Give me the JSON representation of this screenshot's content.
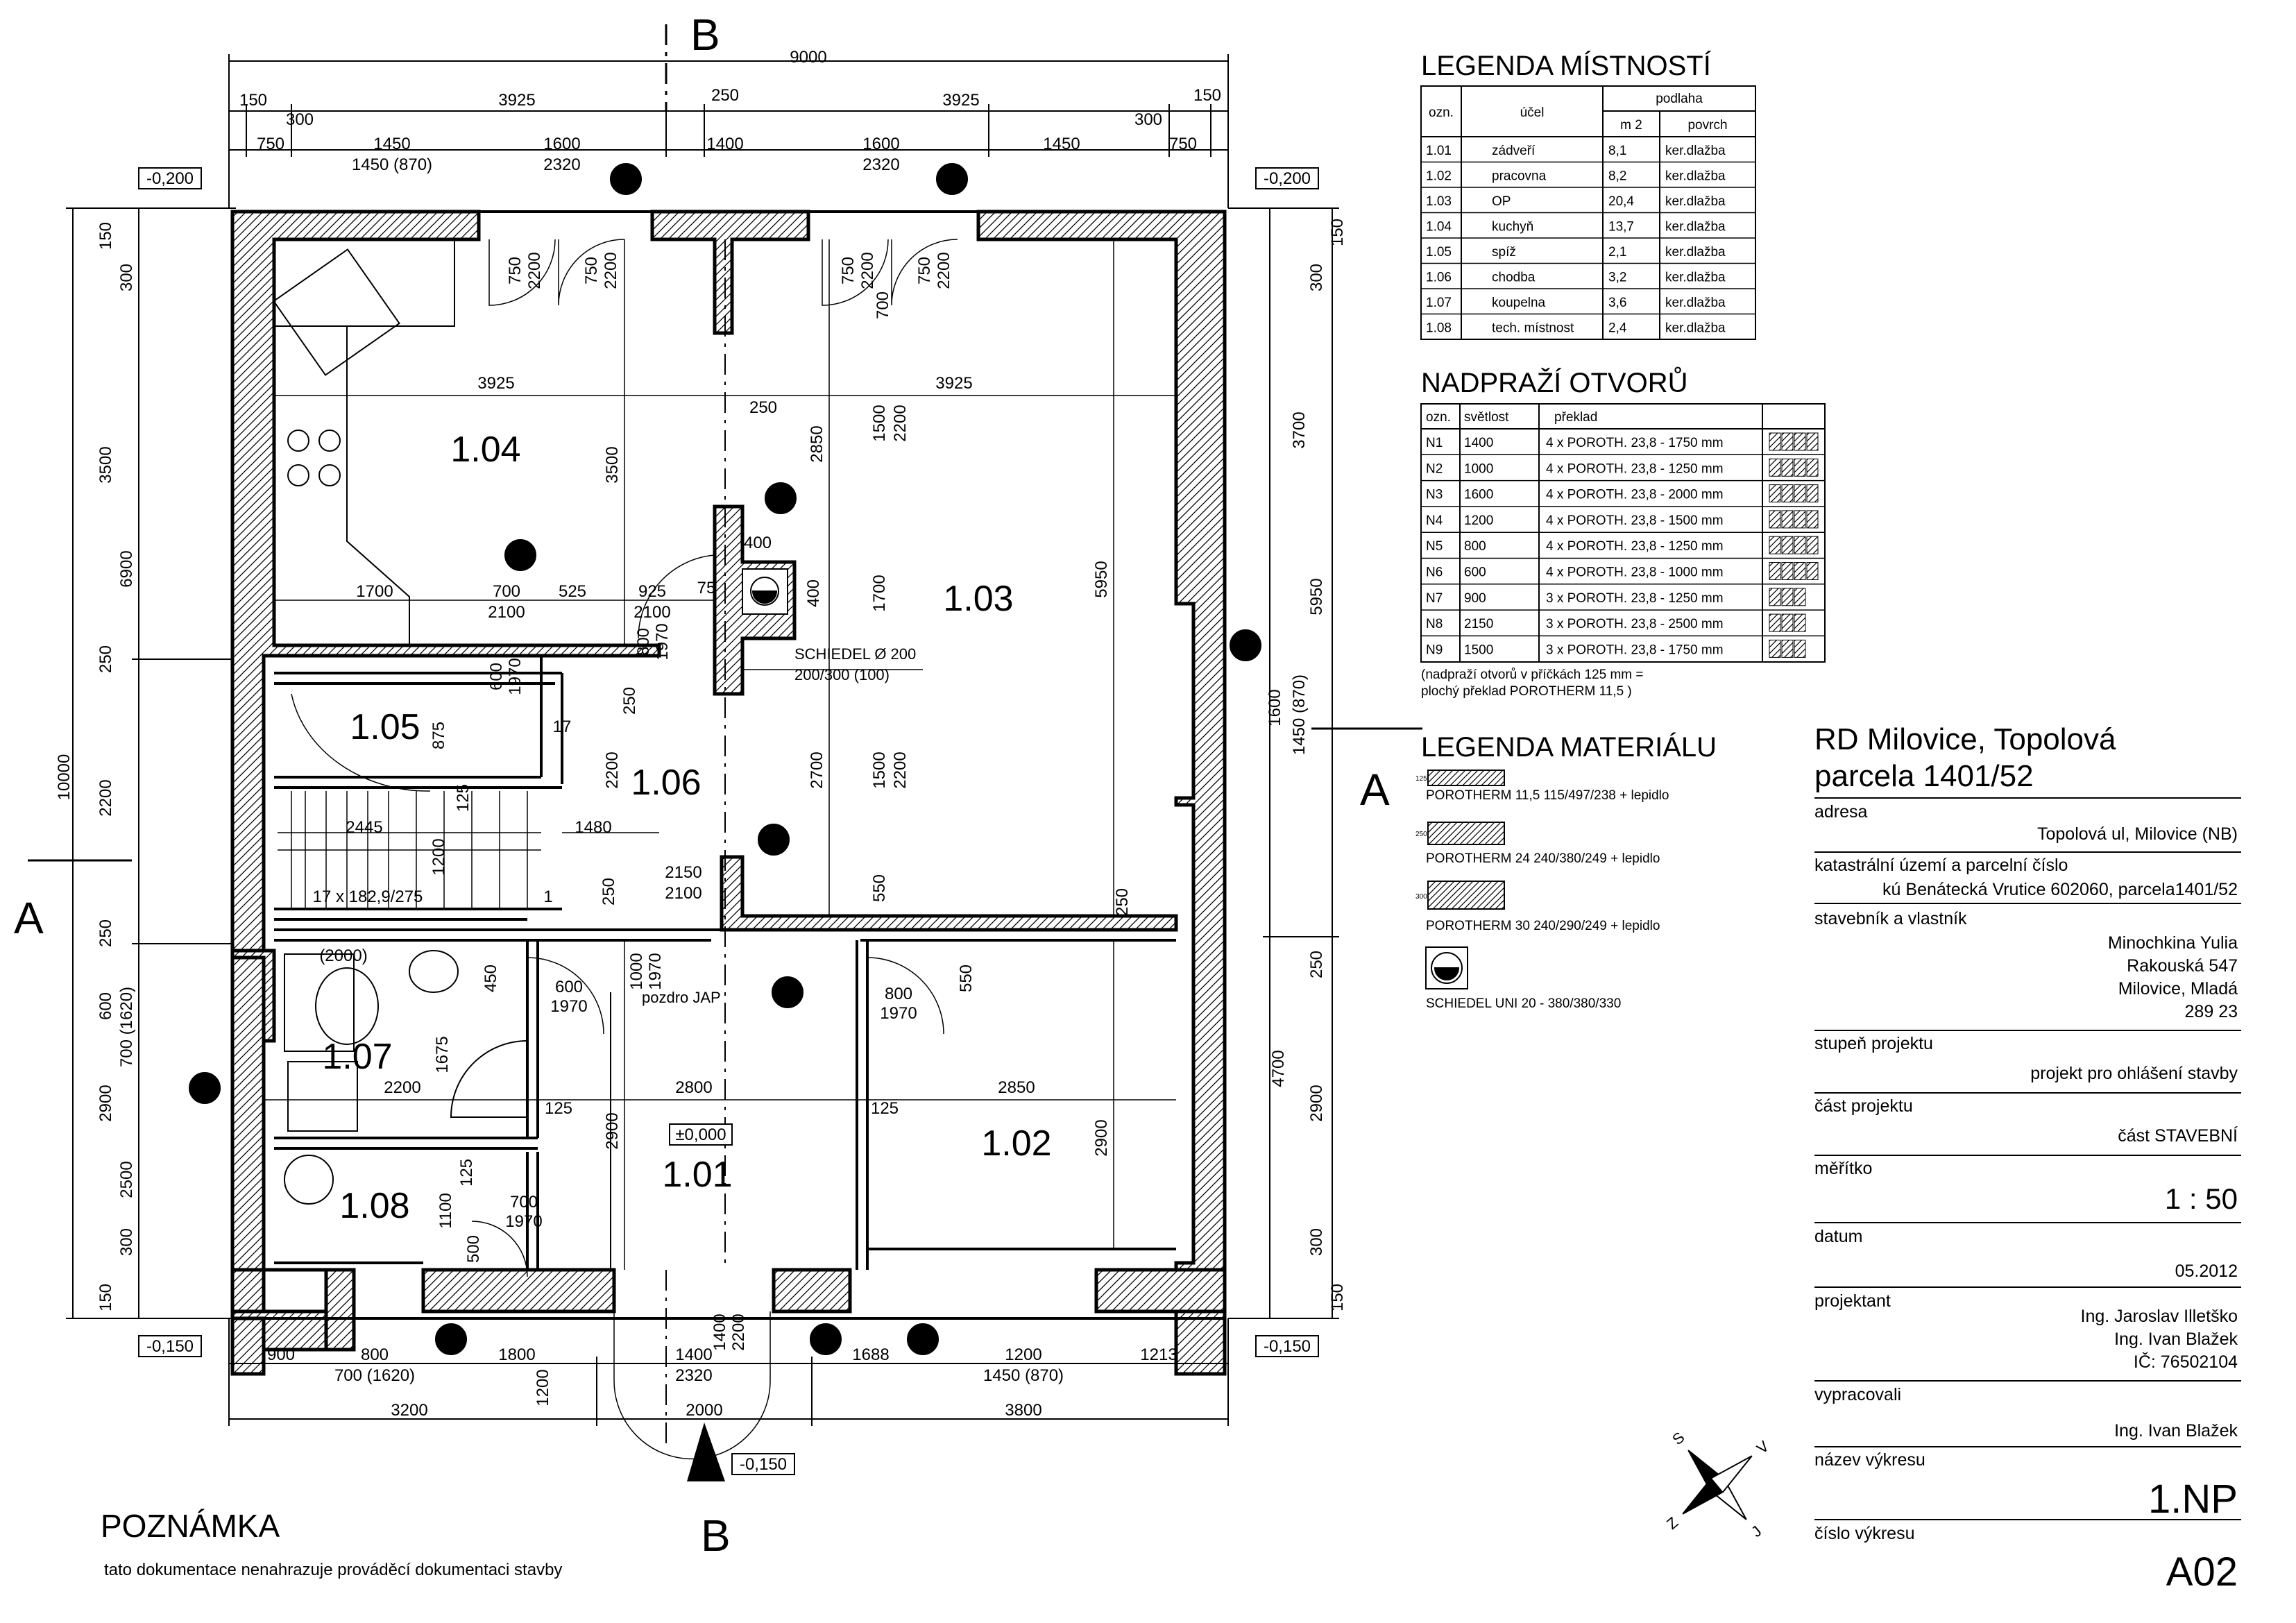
{
  "plan": {
    "rooms": [
      {
        "id": "1.01",
        "label": "1.01"
      },
      {
        "id": "1.02",
        "label": "1.02"
      },
      {
        "id": "1.03",
        "label": "1.03"
      },
      {
        "id": "1.04",
        "label": "1.04"
      },
      {
        "id": "1.05",
        "label": "1.05"
      },
      {
        "id": "1.06",
        "label": "1.06"
      },
      {
        "id": "1.07",
        "label": "1.07"
      },
      {
        "id": "1.08",
        "label": "1.08"
      }
    ],
    "openings": [
      "N1",
      "N3",
      "N3",
      "N3",
      "N4",
      "N5",
      "N6",
      "N7",
      "N8",
      "N9",
      "N9"
    ],
    "elevations": [
      "-0,200",
      "-0,200",
      "-0,150",
      "-0,150",
      "-0,150",
      "±0,000"
    ],
    "sections": [
      "A",
      "A",
      "B",
      "B"
    ],
    "top_dims": {
      "total": "9000",
      "row1": [
        "150",
        "300",
        "3925",
        "250",
        "3925",
        "300",
        "150"
      ],
      "row2": [
        "750",
        "1450",
        "1450 (870)",
        "1600",
        "2320",
        "1400",
        "1600",
        "2320",
        "1450",
        "750"
      ]
    },
    "bottom_dims": {
      "row1": [
        "900",
        "800",
        "700 (1620)",
        "1800",
        "1200",
        "1400",
        "2320",
        "1688",
        "1200",
        "1450 (870)",
        "1213"
      ],
      "row2": [
        "3200",
        "2000",
        "3800"
      ]
    },
    "left_dims": [
      "150",
      "300",
      "3500",
      "6900",
      "250",
      "10000",
      "2200",
      "250",
      "600",
      "700 (1620)",
      "2900",
      "2500",
      "300",
      "150"
    ],
    "right_dims": [
      "150",
      "300",
      "3700",
      "5950",
      "1600",
      "1450 (870)",
      "250",
      "4700",
      "2900",
      "300",
      "150"
    ],
    "inner_dims": [
      "3925",
      "3925",
      "250",
      "3500",
      "2850",
      "1500",
      "2200",
      "1700",
      "700",
      "2100",
      "525",
      "925",
      "2100",
      "75",
      "400",
      "400",
      "1700",
      "5950",
      "600",
      "1970",
      "800",
      "1970",
      "875",
      "17",
      "250",
      "2200",
      "2700",
      "1500",
      "2200",
      "2445",
      "1480",
      "1200",
      "125",
      "17 x 182,9/275",
      "1",
      "2150",
      "2100",
      "250",
      "550",
      "250",
      "(2000)",
      "450",
      "600",
      "1970",
      "1000",
      "1970",
      "800",
      "1970",
      "550",
      "1675",
      "2200",
      "125",
      "2800",
      "2850",
      "125",
      "2900",
      "2900",
      "1100",
      "125",
      "700",
      "1970",
      "500",
      "750",
      "2200",
      "750",
      "2200",
      "750",
      "2200",
      "750",
      "2200",
      "700",
      "1400",
      "2200"
    ],
    "labels": {
      "chimney": "SCHIEDEL Ø 200",
      "chimney_size": "200/300 (100)",
      "pozdro": "pozdro JAP"
    }
  },
  "legend_rooms": {
    "title": "LEGENDA MÍSTNOSTÍ",
    "headers": {
      "ozn": "ozn.",
      "ucel": "účel",
      "podlaha": "podlaha",
      "m2": "m 2",
      "povrch": "povrch"
    },
    "rows": [
      {
        "ozn": "1.01",
        "ucel": "zádveří",
        "m2": "8,1",
        "povrch": "ker.dlažba"
      },
      {
        "ozn": "1.02",
        "ucel": "pracovna",
        "m2": "8,2",
        "povrch": "ker.dlažba"
      },
      {
        "ozn": "1.03",
        "ucel": "OP",
        "m2": "20,4",
        "povrch": "ker.dlažba"
      },
      {
        "ozn": "1.04",
        "ucel": "kuchyň",
        "m2": "13,7",
        "povrch": "ker.dlažba"
      },
      {
        "ozn": "1.05",
        "ucel": "spíž",
        "m2": "2,1",
        "povrch": "ker.dlažba"
      },
      {
        "ozn": "1.06",
        "ucel": "chodba",
        "m2": "3,2",
        "povrch": "ker.dlažba"
      },
      {
        "ozn": "1.07",
        "ucel": "koupelna",
        "m2": "3,6",
        "povrch": "ker.dlažba"
      },
      {
        "ozn": "1.08",
        "ucel": "tech. místnost",
        "m2": "2,4",
        "povrch": "ker.dlažba"
      }
    ]
  },
  "lintels": {
    "title": "NADPRAŽÍ OTVORŮ",
    "headers": {
      "ozn": "ozn.",
      "svetlost": "světlost",
      "preklad": "překlad"
    },
    "rows": [
      {
        "ozn": "N1",
        "svetlost": "1400",
        "preklad": "4 x POROTH. 23,8 - 1750 mm",
        "n": 4
      },
      {
        "ozn": "N2",
        "svetlost": "1000",
        "preklad": "4 x POROTH. 23,8 - 1250 mm",
        "n": 4
      },
      {
        "ozn": "N3",
        "svetlost": "1600",
        "preklad": "4 x POROTH. 23,8 - 2000 mm",
        "n": 4
      },
      {
        "ozn": "N4",
        "svetlost": "1200",
        "preklad": "4 x POROTH. 23,8 - 1500 mm",
        "n": 4
      },
      {
        "ozn": "N5",
        "svetlost": "800",
        "preklad": "4 x POROTH. 23,8 - 1250 mm",
        "n": 4
      },
      {
        "ozn": "N6",
        "svetlost": "600",
        "preklad": "4 x POROTH. 23,8 - 1000 mm",
        "n": 4
      },
      {
        "ozn": "N7",
        "svetlost": "900",
        "preklad": "3 x POROTH. 23,8 - 1250 mm",
        "n": 3
      },
      {
        "ozn": "N8",
        "svetlost": "2150",
        "preklad": "3 x POROTH. 23,8 - 2500 mm",
        "n": 3
      },
      {
        "ozn": "N9",
        "svetlost": "1500",
        "preklad": "3 x POROTH. 23,8 - 1750 mm",
        "n": 3
      }
    ],
    "note1": "(nadpraží otvorů v příčkách 125 mm =",
    "note2": "plochý překlad POROTHERM 11,5 )"
  },
  "legend_materials": {
    "title": "LEGENDA MATERIÁLU",
    "items": [
      {
        "name": "POROTHERM 11,5 115/497/238 + lepidlo",
        "size": "125"
      },
      {
        "name": "POROTHERM 24  240/380/249 + lepidlo",
        "size": "250"
      },
      {
        "name": "POROTHERM 30   240/290/249 + lepidlo",
        "size": "300"
      },
      {
        "name": "SCHIEDEL UNI 20 - 380/380/330",
        "size": ""
      }
    ]
  },
  "title_block": {
    "project_line1": "RD Milovice, Topolová",
    "project_line2": "parcela 1401/52",
    "fields": [
      {
        "label": "adresa",
        "values": [
          "Topolová ul, Milovice (NB)"
        ]
      },
      {
        "label": "katastrální území a parcelní číslo",
        "values": [
          "kú Benátecká Vrutice 602060, parcela1401/52"
        ]
      },
      {
        "label": "stavebník a vlastník",
        "values": [
          "Minochkina Yulia",
          "Rakouská 547",
          "Milovice, Mladá",
          "289 23"
        ]
      },
      {
        "label": "stupeň projektu",
        "values": [
          "projekt pro ohlášení stavby"
        ]
      },
      {
        "label": "část projektu",
        "values": [
          "část STAVEBNÍ"
        ]
      },
      {
        "label": "měřítko",
        "values": [
          "1 : 50"
        ]
      },
      {
        "label": "datum",
        "values": [
          "05.2012"
        ]
      },
      {
        "label": "projektant",
        "values": [
          "Ing. Jaroslav Illetško",
          "Ing. Ivan Blažek",
          "IČ: 76502104"
        ]
      },
      {
        "label": "vypracovali",
        "values": [
          "Ing. Ivan Blažek"
        ]
      },
      {
        "label": "název výkresu",
        "values": [
          "1.NP"
        ]
      },
      {
        "label": "číslo výkresu",
        "values": [
          "A02"
        ]
      }
    ]
  },
  "compass": {
    "letters": [
      "Z",
      "S",
      "J",
      "V"
    ]
  },
  "note": {
    "title": "POZNÁMKA",
    "text": "tato dokumentace nenahrazuje prováděcí dokumentaci stavby"
  }
}
